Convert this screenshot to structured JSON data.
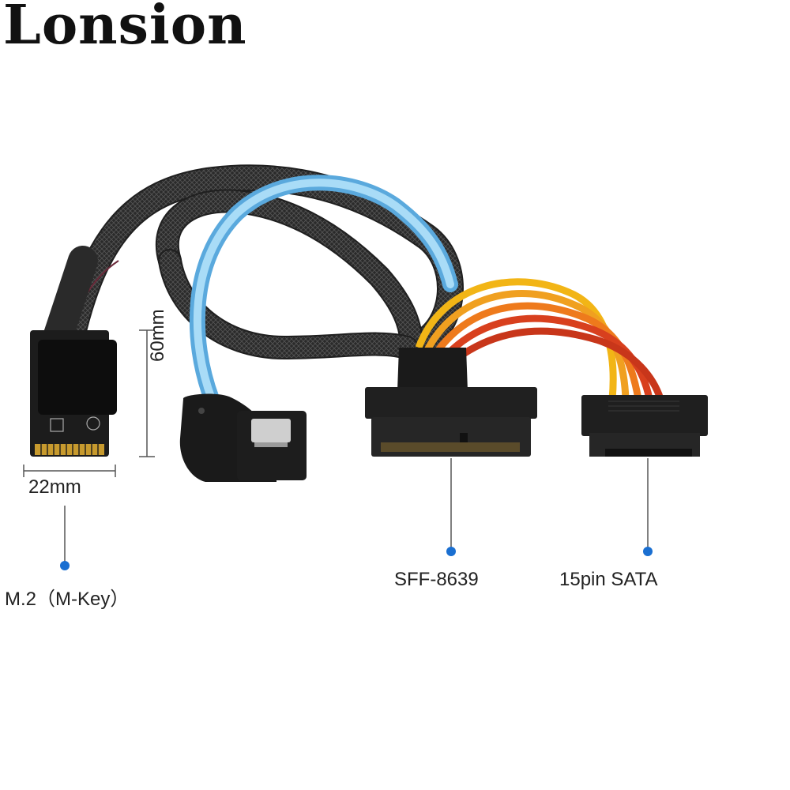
{
  "brand": {
    "name": "Lonsion"
  },
  "labels": {
    "m2": "M.2（M-Key）",
    "width": "22mm",
    "length": "60mm",
    "sff": "SFF-8639",
    "sata_power": "15pin SATA"
  },
  "colors": {
    "accent_dot": "#1a6fd1",
    "braid": "#2b2b2b",
    "sata_blue": "#7fc3ee",
    "wire_yellow": "#f2b516",
    "wire_orange": "#ee7a1c",
    "wire_red": "#d8401e",
    "pcb": "#1c1c1c",
    "gold": "#c79a2e"
  }
}
